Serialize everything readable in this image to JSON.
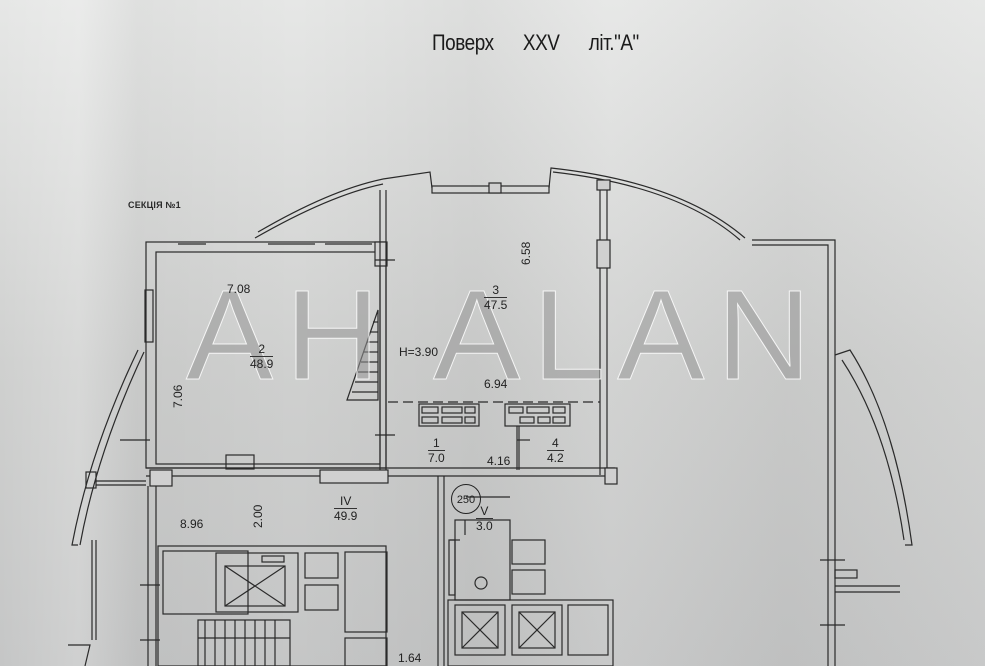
{
  "document": {
    "title_parts": [
      "Поверх",
      "XXV",
      "літ.\"А\""
    ],
    "section_label": "СЕКЦІЯ №1",
    "watermark": "AH ALAN",
    "ceiling_height": "H=3.90",
    "rooms": [
      {
        "number": "1",
        "area": "7.0"
      },
      {
        "number": "2",
        "area": "48.9"
      },
      {
        "number": "3",
        "area": "47.5"
      },
      {
        "number": "4",
        "area": "4.2"
      },
      {
        "number": "IV",
        "area": "49.9"
      },
      {
        "number": "V",
        "area": "3.0"
      }
    ],
    "dimensions": {
      "room2_width": "7.08",
      "room2_depth": "7.06",
      "room3_depth": "6.58",
      "room3_width": "6.94",
      "corridor_width": "4.16",
      "hall_length": "8.96",
      "hall_width": "2.00",
      "stair_gap": "1.64"
    },
    "circle_mark": "250",
    "colors": {
      "paper": "#d6d7d6",
      "ink": "#222222",
      "watermark": "#969696"
    }
  }
}
